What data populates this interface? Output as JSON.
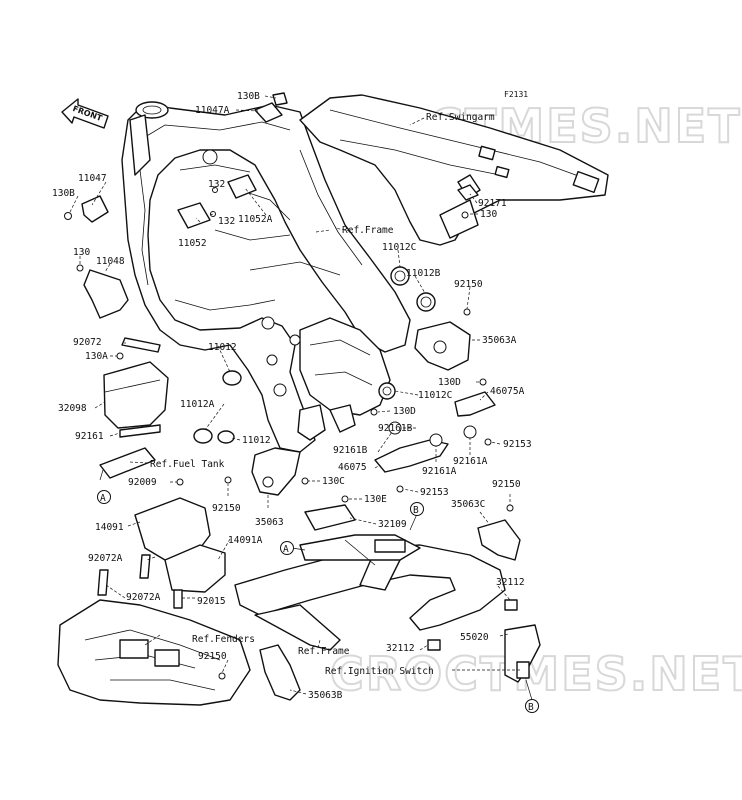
{
  "diagram_code": "F2131",
  "front_arrow": "FRONT",
  "watermarks": [
    "CROCTMES.NET",
    "CROCTMES.NET"
  ],
  "labels": {
    "l130b_top": "130B",
    "l11047a": "11047A",
    "l11047": "11047",
    "l130b_left": "130B",
    "l132a": "132",
    "l132b": "132",
    "l11052a": "11052A",
    "l11052": "11052",
    "l130_left": "130",
    "l11048": "11048",
    "l92072": "92072",
    "l130a": "130A",
    "l32098": "32098",
    "l92161": "92161",
    "l11012": "11012",
    "l11012a": "11012A",
    "l11012_b": "11012",
    "l11012c_top": "11012C",
    "l11012b": "11012B",
    "l92150_tr": "92150",
    "l35063a": "35063A",
    "l92171": "92171",
    "l130_sw": "130",
    "l130d_a": "130D",
    "l46075a": "46075A",
    "l11012c_mid": "11012C",
    "l130d_b": "130D",
    "l92161b_a": "92161B",
    "l92153_a": "92153",
    "l92161b_b": "92161B",
    "l92161a_a": "92161A",
    "l92161a_b": "92161A",
    "l46075": "46075",
    "l92153_b": "92153",
    "l92009": "92009",
    "l130c": "130C",
    "l130e": "130E",
    "l92150_m": "92150",
    "l35063": "35063",
    "l32109": "32109",
    "l14091": "14091",
    "l14091a": "14091A",
    "l92072a_a": "92072A",
    "l92072a_b": "92072A",
    "l92015": "92015",
    "l92150_r": "92150",
    "l35063c": "35063C",
    "l32112_a": "32112",
    "l32112_b": "32112",
    "l55020": "55020",
    "l92150_bl": "92150",
    "l35063b": "35063B"
  },
  "refs": {
    "swingarm": "Ref.Swingarm",
    "frame_top": "Ref.Frame",
    "fuel_tank": "Ref.Fuel Tank",
    "fenders": "Ref.Fenders",
    "frame_bottom": "Ref.Frame",
    "ignition": "Ref.Ignition Switch"
  },
  "callouts": {
    "a1": "A",
    "a2": "A",
    "b1": "B",
    "b2": "B"
  }
}
